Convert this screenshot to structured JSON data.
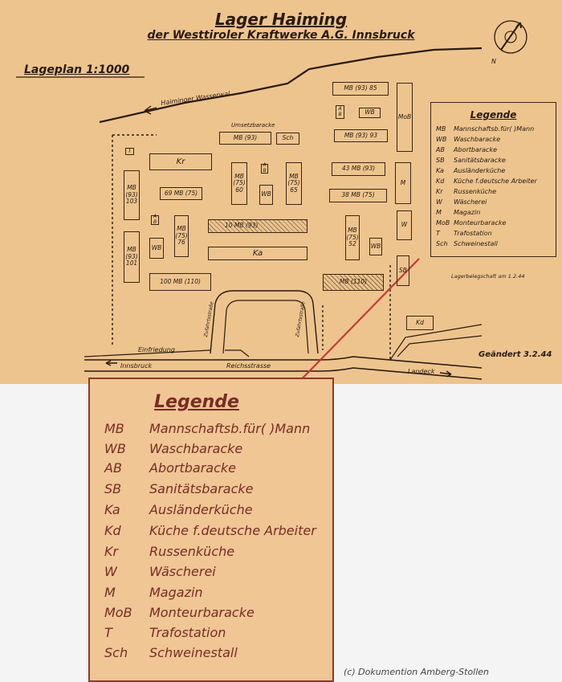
{
  "map": {
    "title": "Lager Haiming",
    "subtitle": "der Westtiroler  Kraftwerke A.G. Innsbruck",
    "scale_label": "Lageplan  1:1000",
    "compass_label": "N",
    "labels": {
      "wasserwal": "Haiminger Wasserwal",
      "umsetzbaracke": "Umsetzbaracke",
      "einfriedung": "Einfriedung",
      "innsbruck": "Innsbruck",
      "reichsstrasse": "Reichsstrasse",
      "landeck": "Landeck",
      "zufahrt_left": "Zufahrtsstraße",
      "zufahrt_right": "Zufahrtsstraße",
      "belegschaft": "Lagerbelegschaft  am  1.2.44",
      "geaendert": "Geändert 3.2.44"
    },
    "buildings": {
      "t": "T",
      "kr": "Kr",
      "mb93_103": "MB (93) 103",
      "mb93_101": "MB (93) 101",
      "mb75_69": "69  MB (75)",
      "ab_1": "A B",
      "mb75_76": "MB (75) 76",
      "wb_1": "WB",
      "mb110_100": "100   MB (110)",
      "mb93_top": "MB (93)",
      "sch": "Sch",
      "mb75_60": "MB (75) 60",
      "ab_2": "A B",
      "wb_2": "WB",
      "mb75_65": "MB (75) 65",
      "mb93_10": "10      MB (93)",
      "ka": "Ka",
      "mb93_85": "MB (93)  85",
      "ab_3": "A B",
      "wb_3": "WB",
      "mb93_93": "MB (93)  93",
      "mb93_43": "43  MB (93)",
      "mb75_38": "38  MB (75)",
      "mb75_52": "MB (75) 52",
      "wb_4": "WB",
      "mb110_hatch": "MB (110)",
      "mob": "MoB",
      "m": "M",
      "w": "W",
      "sb": "SB",
      "kd": "Kd"
    },
    "legend": {
      "title": "Legende",
      "items": [
        {
          "abbr": "MB",
          "text": "Mannschaftsb.für(  )Mann"
        },
        {
          "abbr": "WB",
          "text": "Waschbaracke"
        },
        {
          "abbr": "AB",
          "text": "Abortbaracke"
        },
        {
          "abbr": "SB",
          "text": "Sanitätsbaracke"
        },
        {
          "abbr": "Ka",
          "text": "Ausländerküche"
        },
        {
          "abbr": "Kd",
          "text": "Küche f.deutsche Arbeiter"
        },
        {
          "abbr": "Kr",
          "text": "Russenküche"
        },
        {
          "abbr": "W",
          "text": "Wäscherei"
        },
        {
          "abbr": "M",
          "text": "Magazin"
        },
        {
          "abbr": "MoB",
          "text": "Monteurbaracke"
        },
        {
          "abbr": "T",
          "text": "Trafostation"
        },
        {
          "abbr": "Sch",
          "text": "Schweinestall"
        }
      ]
    }
  },
  "zoom_legend": {
    "title": "Legende",
    "items": [
      {
        "abbr": "MB",
        "text": "Mannschaftsb.für(  )Mann"
      },
      {
        "abbr": "WB",
        "text": "Waschbaracke"
      },
      {
        "abbr": "AB",
        "text": "Abortbaracke"
      },
      {
        "abbr": "SB",
        "text": "Sanitätsbaracke"
      },
      {
        "abbr": "Ka",
        "text": "Ausländerküche"
      },
      {
        "abbr": "Kd",
        "text": "Küche f.deutsche Arbeiter"
      },
      {
        "abbr": "Kr",
        "text": "Russenküche"
      },
      {
        "abbr": "W",
        "text": "Wäscherei"
      },
      {
        "abbr": "M",
        "text": "Magazin"
      },
      {
        "abbr": "MoB",
        "text": "Monteurbaracke"
      },
      {
        "abbr": "T",
        "text": "Trafostation"
      },
      {
        "abbr": "Sch",
        "text": "Schweinestall"
      }
    ]
  },
  "credit": "(c) Dokumention Amberg-Stollen",
  "colors": {
    "paper": "#edc48e",
    "ink": "#2a1a10",
    "callout_red": "#c8393a",
    "zoom_ink": "#7a2b26"
  }
}
